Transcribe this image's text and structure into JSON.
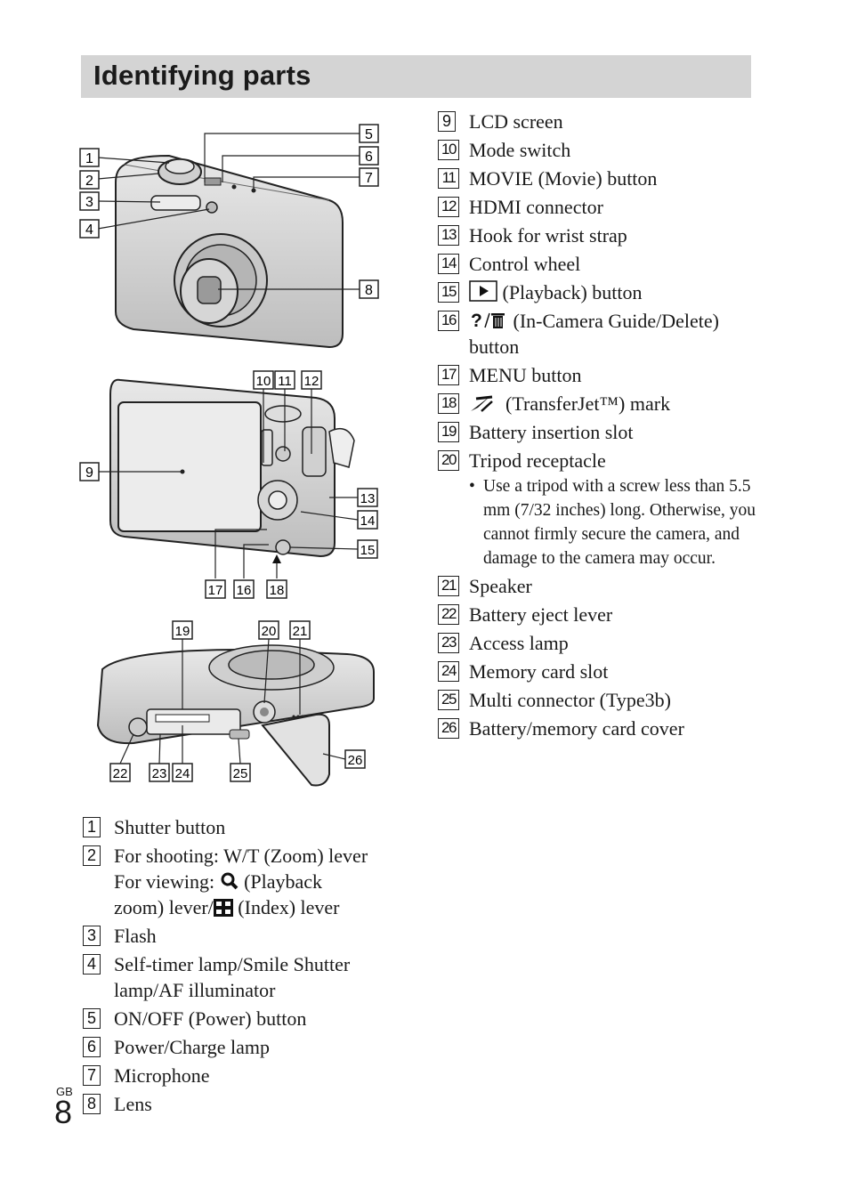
{
  "title": "Identifying parts",
  "page": {
    "region": "GB",
    "number": "8"
  },
  "callouts": {
    "front": [
      "1",
      "2",
      "3",
      "4",
      "5",
      "6",
      "7",
      "8"
    ],
    "back": [
      "9",
      "10",
      "11",
      "12",
      "13",
      "14",
      "15",
      "17",
      "16",
      "18"
    ],
    "bottom": [
      "19",
      "20",
      "21",
      "22",
      "23",
      "24",
      "25",
      "26"
    ]
  },
  "left_items": [
    {
      "num": "1",
      "text": "Shutter button"
    },
    {
      "num": "2",
      "text": "For shooting: W/T (Zoom) lever",
      "line2a": "For viewing:",
      "line2b": "(Playback",
      "line3a": "zoom) lever/",
      "line3b": "(Index) lever"
    },
    {
      "num": "3",
      "text": "Flash"
    },
    {
      "num": "4",
      "text": "Self-timer lamp/Smile Shutter lamp/AF illuminator"
    },
    {
      "num": "5",
      "text": "ON/OFF (Power) button"
    },
    {
      "num": "6",
      "text": "Power/Charge lamp"
    },
    {
      "num": "7",
      "text": "Microphone"
    },
    {
      "num": "8",
      "text": "Lens"
    }
  ],
  "right_items": [
    {
      "num": "9",
      "text": "LCD screen"
    },
    {
      "num": "10",
      "text": "Mode switch"
    },
    {
      "num": "11",
      "text": "MOVIE (Movie) button"
    },
    {
      "num": "12",
      "text": "HDMI connector"
    },
    {
      "num": "13",
      "text": "Hook for wrist strap"
    },
    {
      "num": "14",
      "text": "Control wheel"
    },
    {
      "num": "15",
      "text": "(Playback) button"
    },
    {
      "num": "16",
      "text": "(In-Camera Guide/Delete) button"
    },
    {
      "num": "17",
      "text": "MENU button"
    },
    {
      "num": "18",
      "text": "(TransferJet™) mark"
    },
    {
      "num": "19",
      "text": "Battery insertion slot"
    },
    {
      "num": "20",
      "text": "Tripod receptacle",
      "note": "Use a tripod with a screw less than 5.5 mm (7/32 inches) long. Otherwise, you cannot firmly secure the camera, and damage to the camera may occur."
    },
    {
      "num": "21",
      "text": "Speaker"
    },
    {
      "num": "22",
      "text": "Battery eject lever"
    },
    {
      "num": "23",
      "text": "Access lamp"
    },
    {
      "num": "24",
      "text": "Memory card slot"
    },
    {
      "num": "25",
      "text": "Multi connector (Type3b)"
    },
    {
      "num": "26",
      "text": "Battery/memory card cover"
    }
  ],
  "icons": {
    "zoom": "magnifier-icon",
    "index": "index-grid-icon",
    "playback": "playback-icon",
    "guide_delete": "guide-delete-icon",
    "transferjet": "transferjet-icon"
  }
}
